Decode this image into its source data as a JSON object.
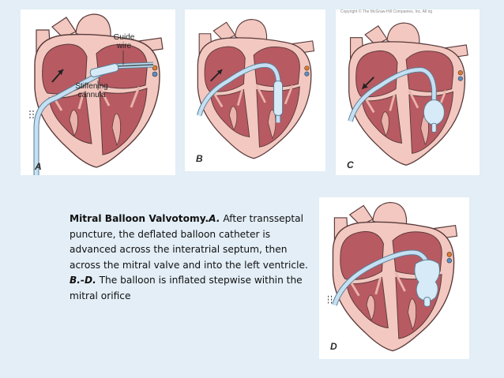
{
  "figure": {
    "panels": [
      {
        "letter": "A",
        "labels": {
          "guide_wire": "Guide\nwire",
          "stiffening_cannula": "Stiffening\ncannula"
        }
      },
      {
        "letter": "B"
      },
      {
        "letter": "C",
        "copyright": "Copyright © The McGraw-Hill Companies, Inc. All rig"
      },
      {
        "letter": "D"
      }
    ]
  },
  "caption": {
    "title": "Mitral Balloon Valvotomy.",
    "part_a": "A.",
    "text_a": " After transseptal puncture, the deflated balloon catheter is advanced across the interatrial septum, then across the mitral valve and into the left ventricle. ",
    "part_bd": "B.-D.",
    "text_bd": " The balloon is inflated stepwise within the mitral orifice"
  },
  "colors": {
    "background": "#e3eef6",
    "heart_outer": "#f2c8c0",
    "heart_chamber": "#b85a62",
    "myocardium": "#eab3ab",
    "catheter": "#bfdcef",
    "outline": "#5a3a3a"
  }
}
